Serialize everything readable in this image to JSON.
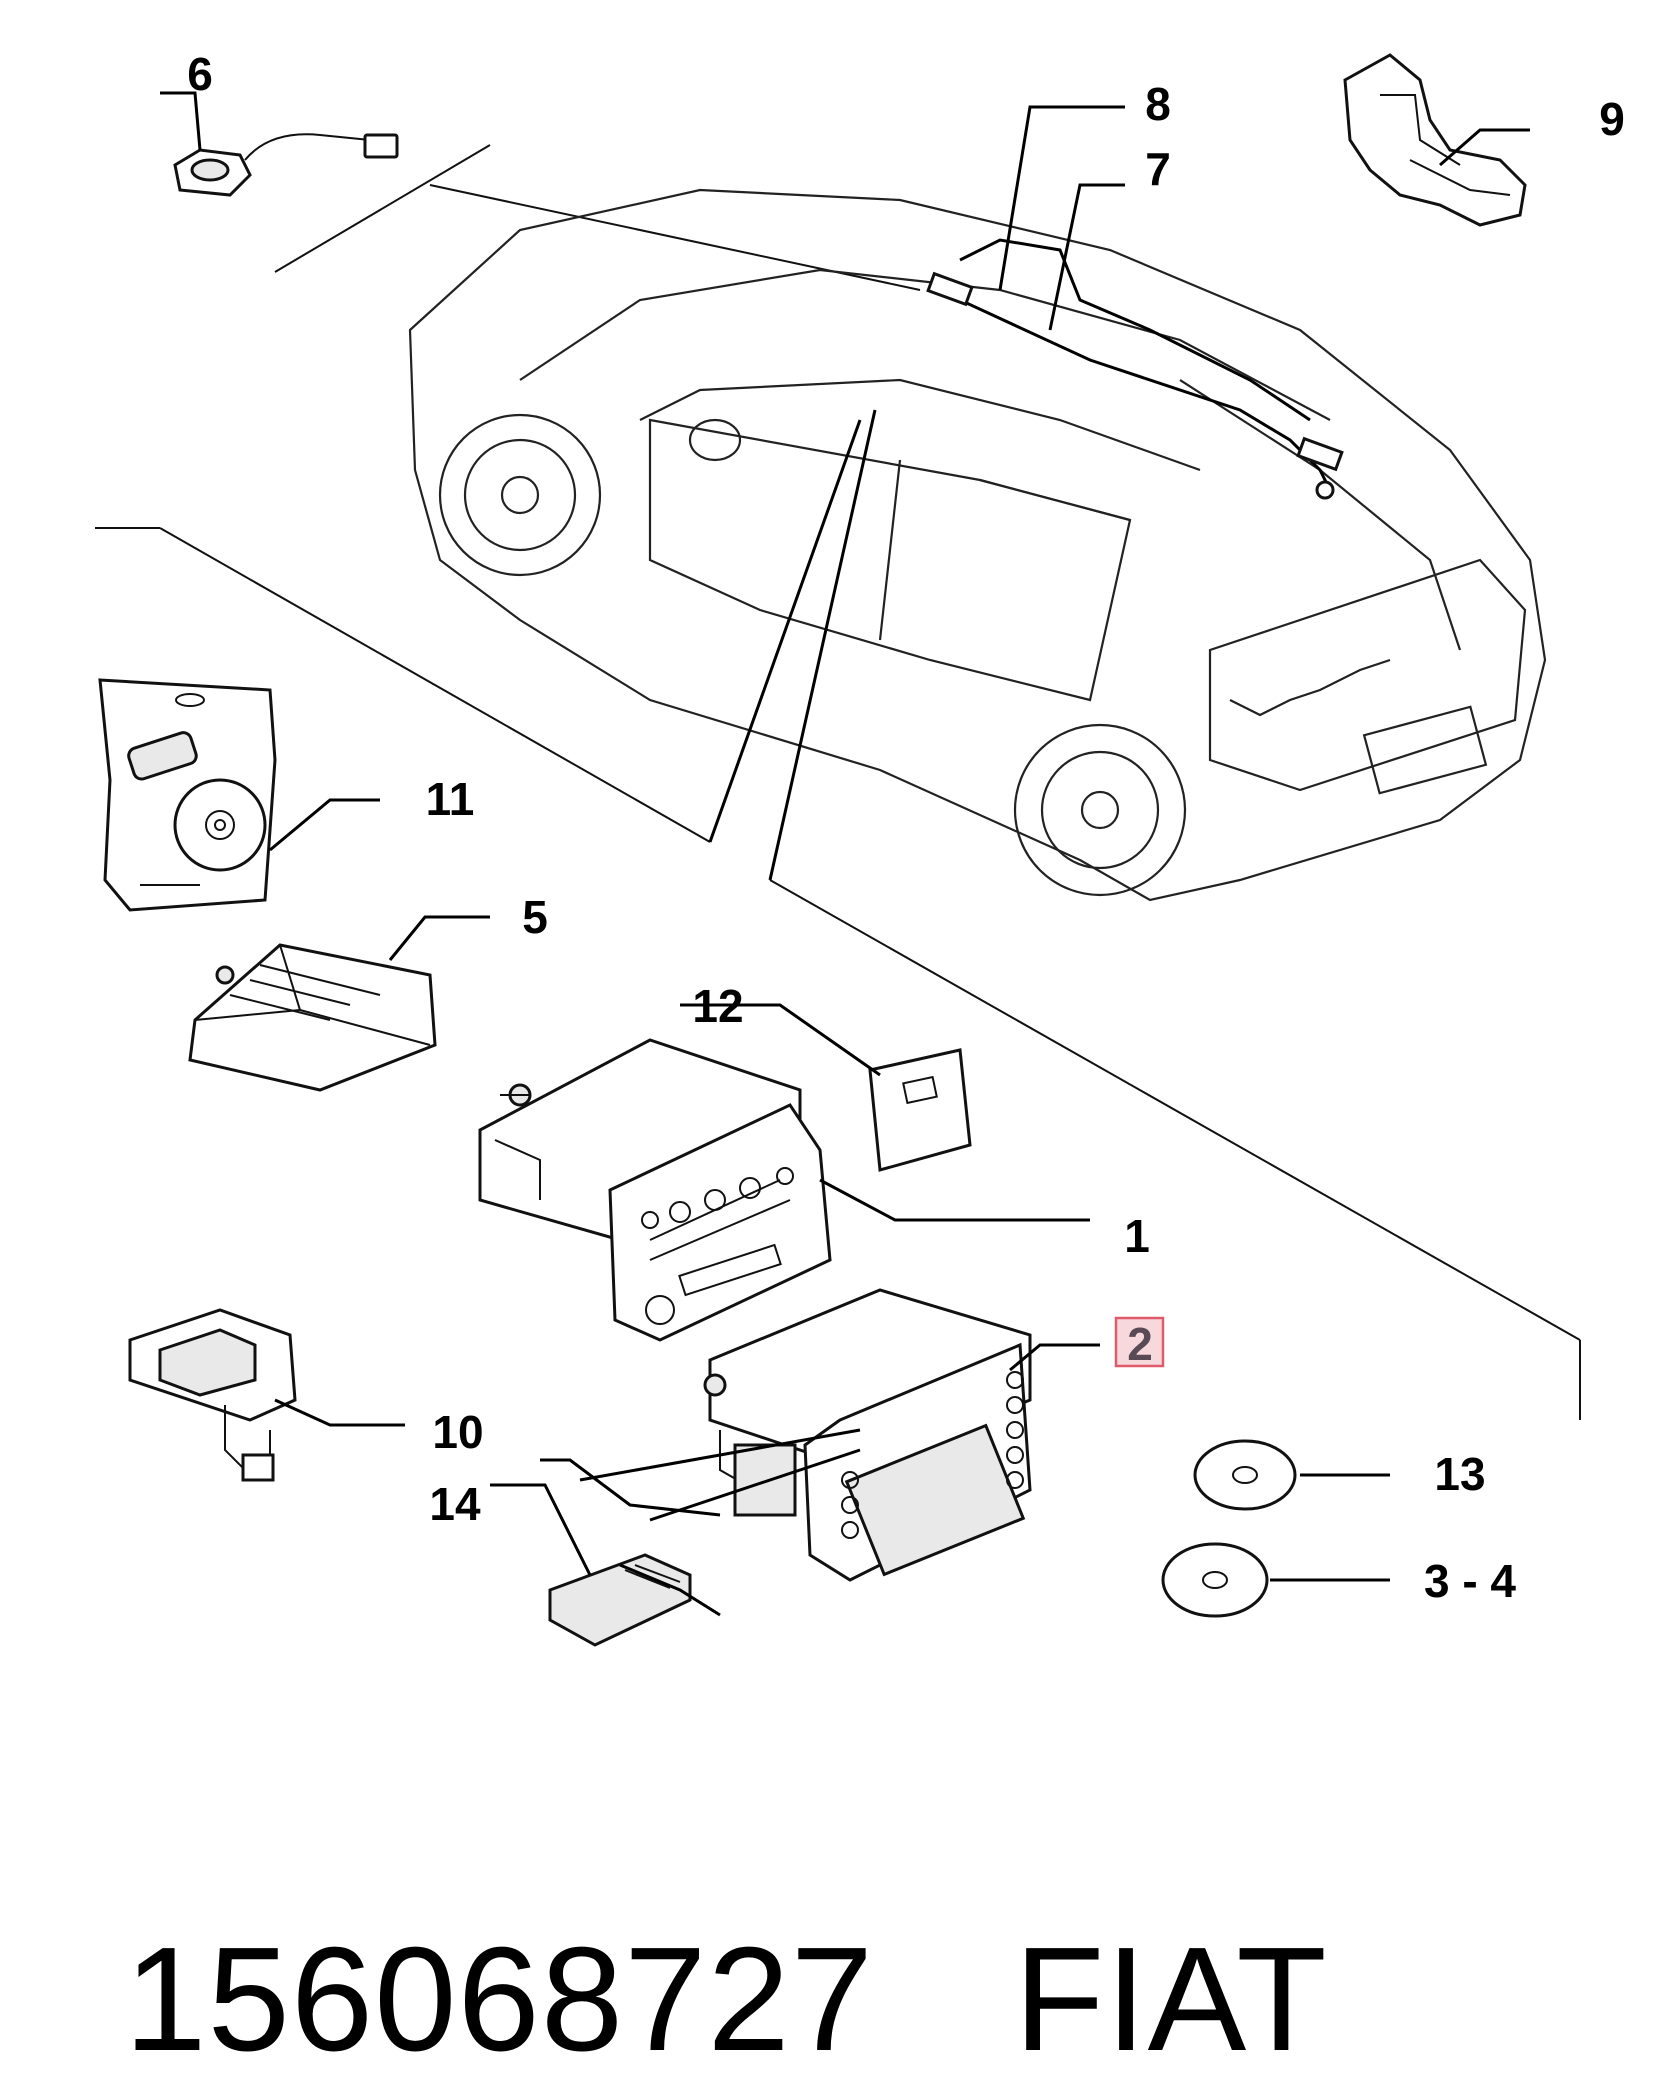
{
  "callouts": {
    "c6": "6",
    "c8": "8",
    "c7": "7",
    "c9": "9",
    "c11": "11",
    "c5": "5",
    "c12": "12",
    "c1": "1",
    "c2": "2",
    "c10": "10",
    "c13": "13",
    "c14": "14",
    "c34": "3 - 4"
  },
  "highlight": {
    "callout": "2",
    "border_color": "#e05a6a",
    "fill_color": "#f7d8dc"
  },
  "footer": {
    "part_number": "156068727",
    "brand": "FIAT"
  }
}
